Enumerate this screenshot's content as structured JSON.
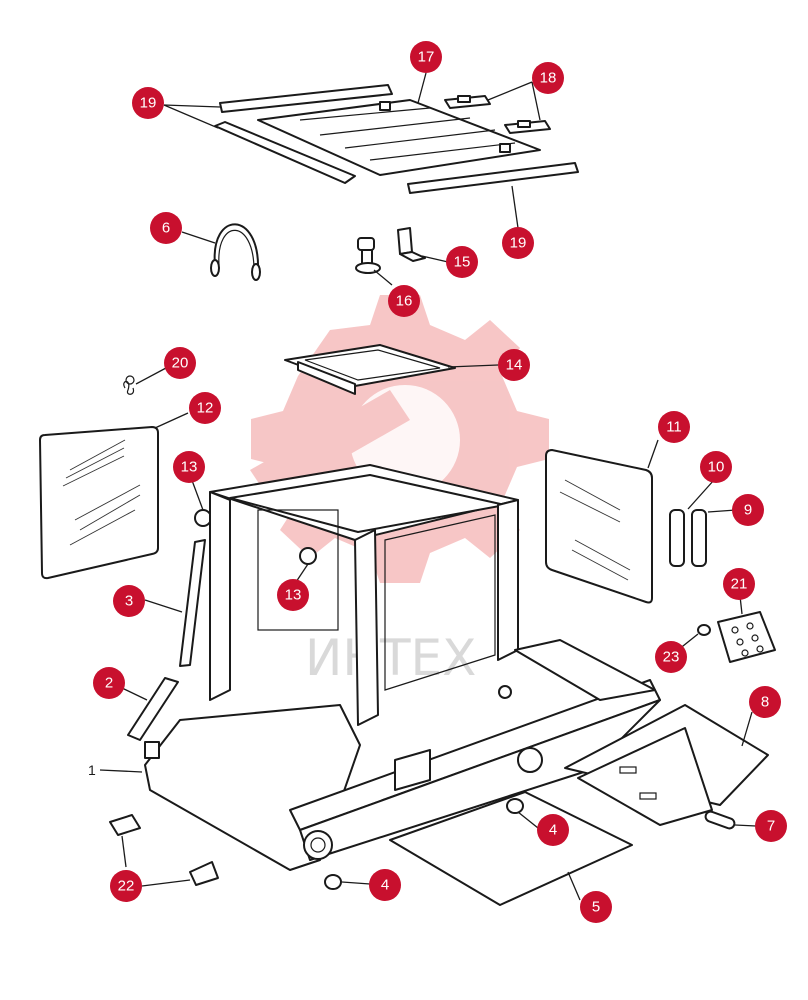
{
  "watermark": {
    "text": "ИНТЕХ",
    "color": "#f2a5a5"
  },
  "callout_color": "#c8102e",
  "labels": {
    "c1": "1",
    "c2": "2",
    "c3": "3",
    "c4a": "4",
    "c4b": "4",
    "c5": "5",
    "c6": "6",
    "c7": "7",
    "c8": "8",
    "c9": "9",
    "c10": "10",
    "c11": "11",
    "c12": "12",
    "c13a": "13",
    "c13b": "13",
    "c14": "14",
    "c15": "15",
    "c16": "16",
    "c17": "17",
    "c18": "18",
    "c19a": "19",
    "c19b": "19",
    "c20": "20",
    "c21": "21",
    "c22": "22",
    "c23": "23"
  }
}
